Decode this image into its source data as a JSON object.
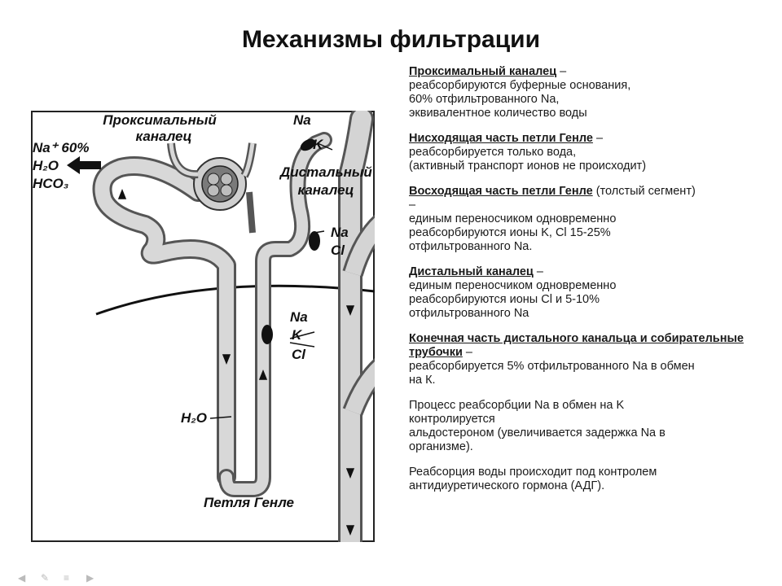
{
  "title": "Механизмы фильтрации",
  "diagram": {
    "proximal_label_1": "Проксимальный",
    "proximal_label_2": "каналец",
    "left_ions": [
      "Na⁺ 60%",
      "H₂O",
      "HCO₃"
    ],
    "top_ions": [
      "Na",
      "K"
    ],
    "distal_label_1": "Дистальный",
    "distal_label_2": "каналец",
    "distal_ions": [
      "Na",
      "Cl"
    ],
    "ascending_ions": [
      "Na",
      "K",
      "Cl"
    ],
    "water_label": "H₂O",
    "loop_label": "Петля Генле"
  },
  "sections": [
    {
      "heading": "Проксимальный каналец",
      "heading_suffix": " –",
      "lines": [
        "реабсорбируются  буферные основания,",
        "60% отфильтрованного Na,",
        "эквивалентное количество воды"
      ]
    },
    {
      "heading": "Нисходящая часть петли Генле",
      "heading_suffix": " –",
      "lines": [
        "реабсорбируется  только вода,",
        "(активный транспорт ионов не происходит)"
      ]
    },
    {
      "heading": "Восходящая часть петли Генле",
      "heading_suffix": " (толстый сегмент)",
      "lines": [
        "–",
        "единым переносчиком одновременно",
        "реабсорбируются  ионы K, Cl  15-25%",
        "отфильтрованного  Na."
      ]
    },
    {
      "heading": "Дистальный каналец",
      "heading_suffix": "  –",
      "lines": [
        "единым переносчиком одновременно",
        "реабсорбируются  ионы Cl и 5-10%",
        "отфильтрованного  Na"
      ]
    },
    {
      "heading": "Конечная часть дистального канальца и собирательные трубочки",
      "heading_suffix": " –",
      "lines": [
        "реабсорбируется  5% отфильтрованного  Na в обмен",
        "на К."
      ]
    },
    {
      "heading": "",
      "heading_suffix": "",
      "lines": [
        "Процесс реабсорбции  Na в обмен на K",
        "контролируется",
        "альдостероном (увеличивается задержка Na в",
        "организме)."
      ]
    },
    {
      "heading": "",
      "heading_suffix": "",
      "lines": [
        "Реабсорция воды происходит под контролем",
        "антидиуретического  гормона (АДГ)."
      ]
    }
  ],
  "nav_icons": [
    "prev-icon",
    "pen-icon",
    "menu-icon",
    "next-icon"
  ]
}
